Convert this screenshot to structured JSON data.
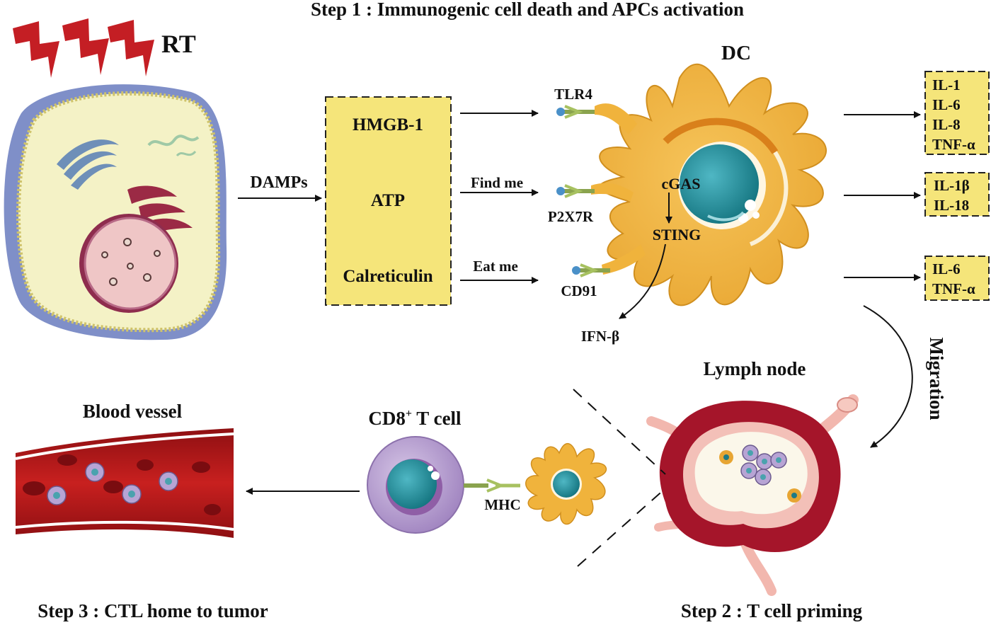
{
  "step1": "Step 1 : Immunogenic cell death and APCs activation",
  "step2": "Step 2 : T cell priming",
  "step3": "Step 3 : CTL home to tumor",
  "rt_label": "RT",
  "damps_label": "DAMPs",
  "damps_box": {
    "items": [
      "HMGB-1",
      "ATP",
      "Calreticulin"
    ]
  },
  "signals": {
    "find_me": "Find me",
    "eat_me": "Eat me"
  },
  "receptors": {
    "tlr4": "TLR4",
    "p2x7r": "P2X7R",
    "cd91": "CD91",
    "mhc": "MHC"
  },
  "dc": {
    "label": "DC",
    "cgas": "cGAS",
    "sting": "STING",
    "ifn": "IFN-β"
  },
  "cytokine_boxes": [
    {
      "items": [
        "IL-1",
        "IL-6",
        "IL-8",
        "TNF-α"
      ]
    },
    {
      "items": [
        "IL-1β",
        "IL-18"
      ]
    },
    {
      "items": [
        "IL-6",
        "TNF-α"
      ]
    }
  ],
  "migration_label": "Migration",
  "lymph_node_label": "Lymph node",
  "cd8_label": {
    "main": "CD8",
    "sup": "+",
    "rest": " T cell"
  },
  "blood_vessel_label": "Blood vessel",
  "colors": {
    "dc_body": "#f0b33c",
    "box_fill": "#f5e57a",
    "bolt": "#c41e24",
    "vessel": "#b71c1c",
    "cell_outer": "#8f9bcc",
    "nucleus": "#f3c6c6",
    "tcell": "#b8a2d0",
    "lymph": "#a5152a"
  },
  "icons": [
    "lightning-bolt-icon",
    "tumor-cell-icon",
    "dendritic-cell-icon",
    "receptor-icon",
    "lymph-node-icon",
    "t-cell-icon",
    "blood-vessel-icon"
  ]
}
